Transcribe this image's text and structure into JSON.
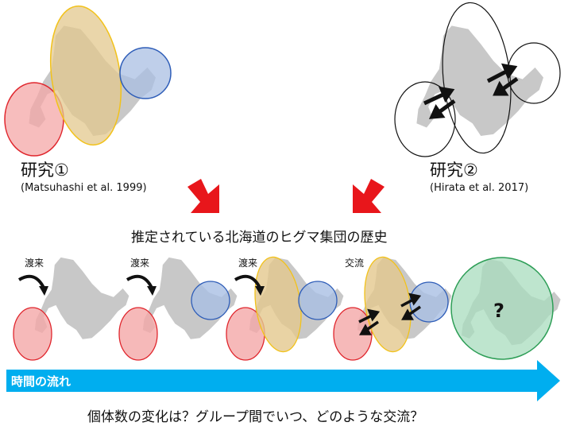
{
  "studies": [
    {
      "label": "研究①",
      "citation": "(Matsuhashi et al. 1999)"
    },
    {
      "label": "研究②",
      "citation": "(Hirata et al. 2017)"
    }
  ],
  "main_question": "推定されている北海道のヒグマ集団の歴史",
  "stages": [
    {
      "label": "渡来"
    },
    {
      "label": "渡来"
    },
    {
      "label": "渡来"
    },
    {
      "label": "交流"
    }
  ],
  "unknown_mark": "?",
  "timeline": {
    "label": "時間の流れ"
  },
  "bottom_question": "個体数の変化は？グループ間でいつ、どのような交流？",
  "colors": {
    "red_group": "#f4a7a7",
    "yellow_group": "#e3c88d",
    "blue_group": "#a9bfe3",
    "green_group": "#a8dcbd",
    "land": "#c8c8c8",
    "timeline_arrow": "#00aeef",
    "down_arrow": "#e8161b"
  }
}
